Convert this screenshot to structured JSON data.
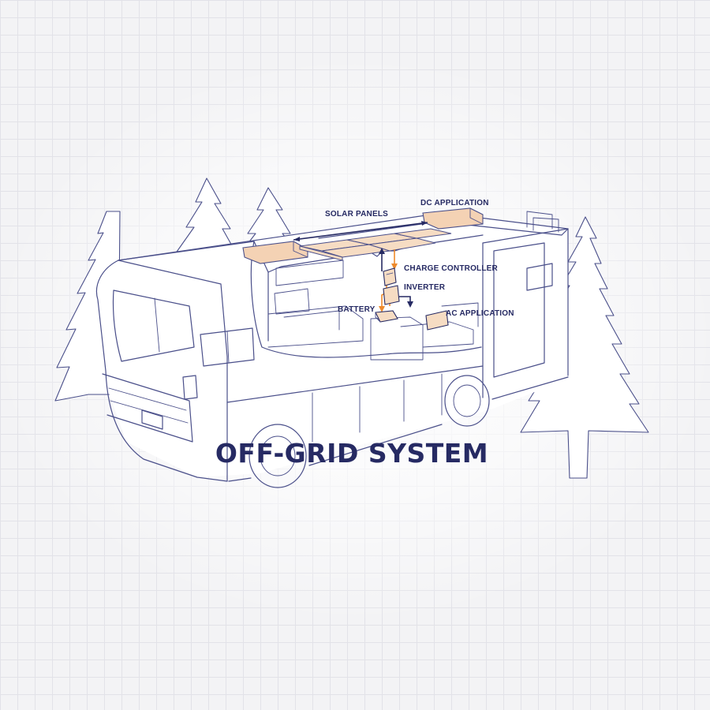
{
  "diagram": {
    "title": "OFF-GRID SYSTEM",
    "labels": {
      "solar_panels": "SOLAR PANELS",
      "dc_application": "DC APPLICATION",
      "charge_controller": "CHARGE CONTROLLER",
      "inverter": "INVERTER",
      "battery": "BATTERY",
      "ac_application": "AC APPLICATION"
    }
  },
  "colors": {
    "ink": "#262a63",
    "line": "#4a4f8a",
    "accent_orange": "#ee8a2c",
    "panel_fill": "#f6dcc3",
    "grid": "#e2e2e8"
  }
}
